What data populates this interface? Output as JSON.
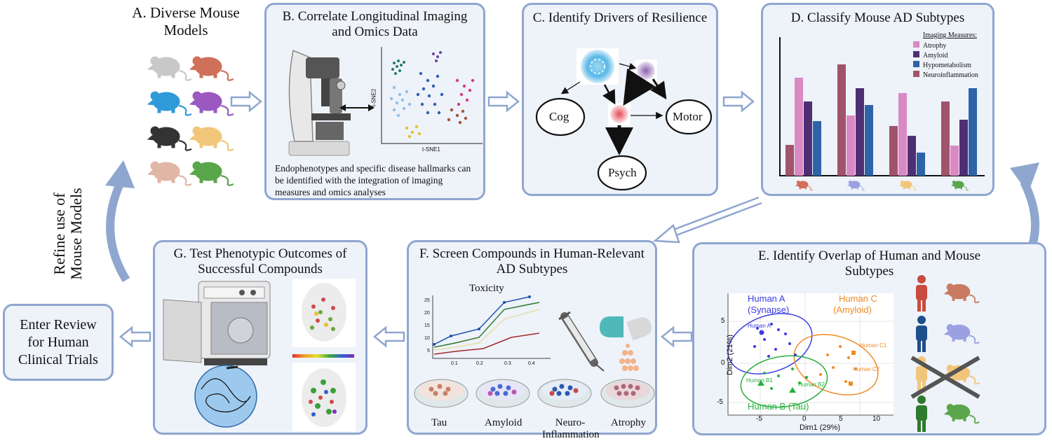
{
  "panelA": {
    "title": "A. Diverse Mouse Models"
  },
  "panelB": {
    "title": "B. Correlate Longitudinal Imaging and Omics Data",
    "axis_x": "t-SNE1",
    "axis_y": "t-SNE2",
    "caption": "Endophenotypes and specific disease hallmarks can be identified with the integration of imaging measures and omics analyses"
  },
  "panelC": {
    "title": "C. Identify Drivers of Resilience",
    "nodes": {
      "cog": "Cog",
      "motor": "Motor",
      "psych": "Psych"
    }
  },
  "panelD": {
    "title": "D. Classify Mouse AD Subtypes",
    "legend_title": "Imaging Measures:",
    "legend": [
      {
        "label": "Atrophy",
        "color": "#d98ac4"
      },
      {
        "label": "Amyloid",
        "color": "#4e2f73"
      },
      {
        "label": "Hypometabolism",
        "color": "#2e63a8"
      },
      {
        "label": "Neuroinflammation",
        "color": "#a0546a"
      }
    ]
  },
  "panelE": {
    "title": "E. Identify Overlap of Human and Mouse Subtypes",
    "clusters": {
      "a_name": "Human A",
      "a_sub": "(Synapse)",
      "b_name": "Human B (Tau)",
      "c_name": "Human C",
      "c_sub": "(Amyloid)"
    },
    "point_labels": {
      "a": "Human A",
      "b1": "Human B1",
      "b2": "Human B2",
      "c1": "Human C1",
      "c2": "Human C2"
    },
    "x_label": "Dim1 (29%)",
    "y_label": "Dim2 (21%)",
    "x_ticks": [
      "-5",
      "0",
      "5",
      "10"
    ],
    "y_ticks": [
      "5",
      "0",
      "-5"
    ],
    "colors": {
      "a": "#3b3be0",
      "b": "#26b03a",
      "c": "#f08a24"
    }
  },
  "panelF": {
    "title": "F. Screen Compounds in Human-Relevant AD Subtypes",
    "chart_title": "Toxicity",
    "x_ticks": [
      "0.1",
      "0.2",
      "0.3",
      "0.4"
    ],
    "y_ticks": [
      "25",
      "20",
      "15",
      "10",
      "5"
    ],
    "dishes": [
      "Tau",
      "Amyloid",
      "Neuro-Inflammation",
      "Atrophy"
    ]
  },
  "panelG": {
    "title": "G. Test Phenotypic Outcomes of Successful Compounds"
  },
  "side_label": "Refine use of Mouse Models",
  "review_box": "Enter Review for Human Clinical Trials"
}
